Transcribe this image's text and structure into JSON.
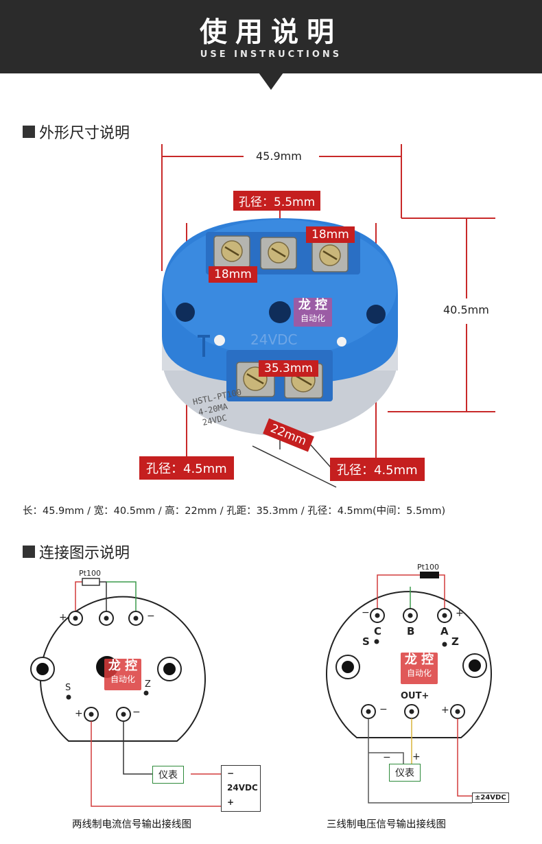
{
  "header": {
    "title": "使用说明",
    "subtitle": "USE INSTRUCTIONS"
  },
  "section_dimensions": {
    "heading": "外形尺寸说明",
    "width_label": "45.9mm",
    "height_label": "40.5mm",
    "center_hole_label": "孔径：5.5mm",
    "terminal_pitch_top": "18mm",
    "terminal_pitch_left": "18mm",
    "hole_spacing": "35.3mm",
    "depth_label": "22mm",
    "left_hole_label": "孔径：4.5mm",
    "right_hole_label": "孔径：4.5mm",
    "device_text": {
      "supply": "24VDC",
      "model": "HSTL-PT100",
      "output": "4-20MA",
      "volt": "24VDC"
    }
  },
  "spec_line": "长：45.9mm / 宽：40.5mm / 高：22mm / 孔距：35.3mm / 孔径：4.5mm(中间：5.5mm)",
  "section_wiring": {
    "heading": "连接图示说明",
    "logo": {
      "line1": "龙 控",
      "line2": "自动化"
    },
    "two_wire": {
      "sensor": "Pt100",
      "plus": "+",
      "minus": "−",
      "s": "S",
      "z": "Z",
      "meter": "仪表",
      "psu_minus": "−",
      "psu_label": "24VDC",
      "psu_plus": "+",
      "caption": "两线制电流信号输出接线图"
    },
    "three_wire": {
      "sensor": "Pt100",
      "c": "C",
      "b": "B",
      "a": "A",
      "s": "S",
      "z": "Z",
      "out": "OUT+",
      "plus": "+",
      "minus": "−",
      "meter": "仪表",
      "meter_minus": "−",
      "meter_plus": "+",
      "psu": "±24VDC",
      "caption": "三线制电压信号输出接线图"
    }
  },
  "colors": {
    "banner": "#2b2b2b",
    "tag": "#c51f1f",
    "device": "#2f7fd8",
    "wire_red": "#d23a3a",
    "wire_green": "#3a9a4a"
  }
}
